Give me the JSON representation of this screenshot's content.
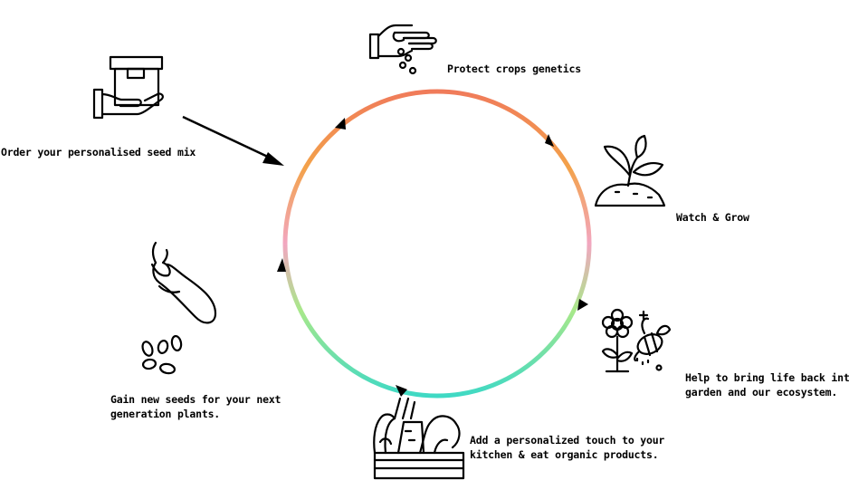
{
  "colors": {
    "ring_top": "#f07b5a",
    "ring_upper_right": "#f3a24a",
    "ring_right": "#f2a6c0",
    "ring_lower_right": "#a8e88a",
    "ring_bottom": "#3fd9c4",
    "ring_left": "#a8e88a",
    "ring_upper_left": "#f3a24a",
    "arrow": "#000000"
  },
  "steps": [
    {
      "id": "order",
      "icon": "seed-box-hand-icon",
      "lines": [
        "Order your personalised seed mix"
      ]
    },
    {
      "id": "protect",
      "icon": "hand-sowing-seeds-icon",
      "lines": [
        "Protect crops genetics"
      ]
    },
    {
      "id": "grow",
      "icon": "sprout-icon",
      "lines": [
        "Watch & Grow"
      ]
    },
    {
      "id": "ecosystem",
      "icon": "flower-bee-icon",
      "lines": [
        "Help to bring life back into your",
        "garden and our ecosystem."
      ]
    },
    {
      "id": "kitchen",
      "icon": "vegetable-crate-icon",
      "lines": [
        "Add a personalized touch to your",
        "kitchen & eat organic products."
      ]
    },
    {
      "id": "seeds",
      "icon": "eggplant-seeds-icon",
      "lines": [
        "Gain new seeds for your next",
        "generation plants."
      ]
    }
  ]
}
